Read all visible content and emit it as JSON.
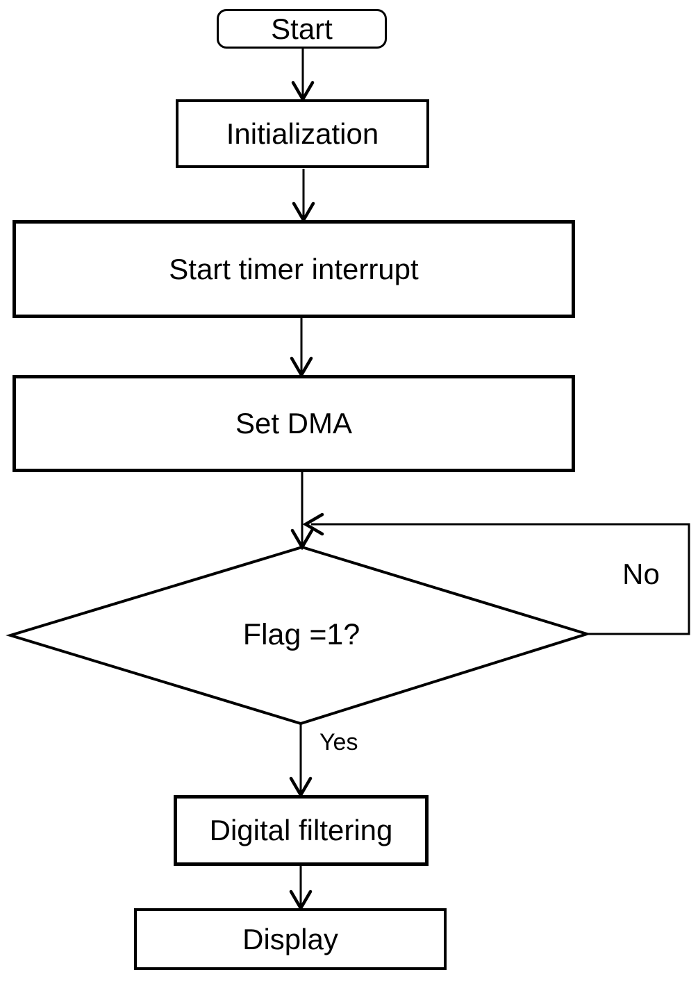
{
  "diagram": {
    "type": "flowchart",
    "background_color": "#ffffff",
    "line_color": "#000000",
    "text_color": "#000000",
    "nodes": [
      {
        "id": "start",
        "shape": "rounded-rect",
        "label": "Start"
      },
      {
        "id": "init",
        "shape": "rect",
        "label": "Initialization"
      },
      {
        "id": "timer",
        "shape": "rect",
        "label": "Start timer interrupt"
      },
      {
        "id": "dma",
        "shape": "rect",
        "label": "Set DMA"
      },
      {
        "id": "flag",
        "shape": "diamond",
        "label": "Flag =1?"
      },
      {
        "id": "filter",
        "shape": "rect",
        "label": "Digital filtering"
      },
      {
        "id": "display",
        "shape": "rect",
        "label": "Display"
      }
    ],
    "edges": [
      {
        "from": "start",
        "to": "init",
        "label": ""
      },
      {
        "from": "init",
        "to": "timer",
        "label": ""
      },
      {
        "from": "timer",
        "to": "dma",
        "label": ""
      },
      {
        "from": "dma",
        "to": "flag",
        "label": ""
      },
      {
        "from": "flag",
        "to": "flag",
        "label": "No",
        "note": "loop from right vertex back above decision"
      },
      {
        "from": "flag",
        "to": "filter",
        "label": "Yes"
      },
      {
        "from": "filter",
        "to": "display",
        "label": ""
      }
    ],
    "edge_labels": {
      "yes": "Yes",
      "no": "No"
    }
  }
}
